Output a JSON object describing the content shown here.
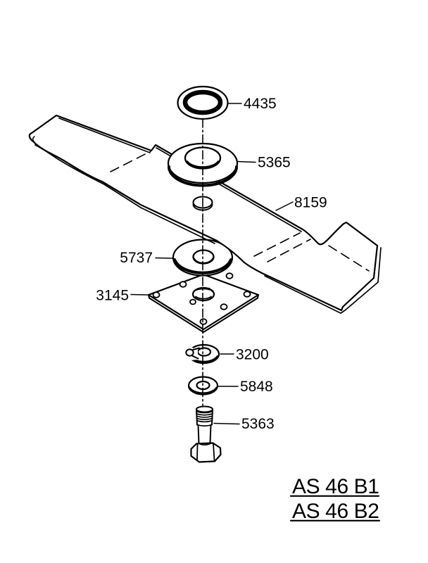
{
  "page": {
    "background_color": "#ffffff",
    "ink_color": "#000000"
  },
  "parts": [
    {
      "label": "4435"
    },
    {
      "label": "5365"
    },
    {
      "label": "8159"
    },
    {
      "label": "5737"
    },
    {
      "label": "3145"
    },
    {
      "label": "3200"
    },
    {
      "label": "5848"
    },
    {
      "label": "5363"
    }
  ],
  "models": [
    {
      "label": "AS 46 B1"
    },
    {
      "label": "AS 46 B2"
    }
  ]
}
